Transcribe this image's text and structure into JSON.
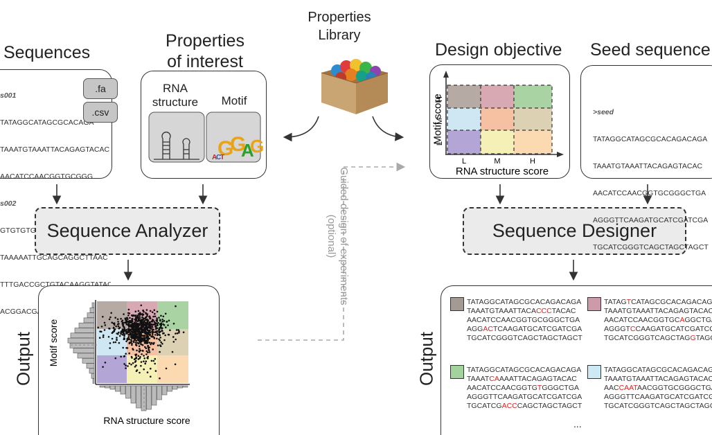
{
  "headings": {
    "sequences": "Sequences",
    "properties_of_interest_line1": "Properties",
    "properties_of_interest_line2": "of interest",
    "library_line1": "Properties",
    "library_line2": "Library",
    "design_objective": "Design objective",
    "seed_sequence": "Seed sequence"
  },
  "sequences_panel": {
    "s001_label": "s001",
    "s001_lines": [
      "TATAGGCATAGCGCACAGA",
      "TAAATGTAAATTACAGAGTACAC",
      "AACATCCAACGGTGCGGG"
    ],
    "s002_label": "s002",
    "s002_lines": [
      "GTGTGTGAATACAGCTTTTCCGCG",
      "TAAAAATTGCAGCAGGCTTAAC",
      "TTTGACCGCTGTACAAGGTATAC",
      "ACGGACGATTTTCACTGTTTTGA"
    ],
    "ellipsis": "...",
    "tag_fa": ".fa",
    "tag_csv": ".csv"
  },
  "properties_panel": {
    "rna_line1": "RNA",
    "rna_line2": "structure",
    "motif": "Motif"
  },
  "analyzer": {
    "label": "Sequence Analyzer"
  },
  "designer": {
    "label": "Sequence Designer"
  },
  "output_left": {
    "title": "Output",
    "ylabel": "Motif score",
    "xlabel": "RNA structure score"
  },
  "guided_label_line1": "Guided design of experiments",
  "guided_label_line2": "(optional)",
  "design_grid": {
    "ylabel": "Motif score",
    "xlabel": "RNA structure score",
    "x_ticks": [
      "L",
      "M",
      "H"
    ],
    "y_ticks": [
      "L",
      "M",
      "H"
    ],
    "colors": {
      "H": [
        "#b5aba4",
        "#d9a9b3",
        "#a9d3a3"
      ],
      "M": [
        "#cfe7f2",
        "#f6c0a2",
        "#dcd1b2"
      ],
      "L": [
        "#b3a6d6",
        "#f5f0b6",
        "#fbd9b1"
      ]
    }
  },
  "seed_panel": {
    "label": ">seed",
    "lines": [
      "TATAGGCATAGCGCACAGACAGA",
      "TAAATGTAAATTACAGAGTACAC",
      "AACATCCAACGGTGCGGGCTGA",
      "AGGGTTCAAGATGCATCGATCGA",
      "TGCATCGGGTCAGCTAGCTAGCT"
    ]
  },
  "output_right": {
    "title": "Output",
    "ellipsis": "...",
    "designs": [
      {
        "color": "#a39a93",
        "lines": [
          [
            "TATAGGCATAGCGCACAGACAGA"
          ],
          [
            "TAAATGTAAATTACA",
            "CCC",
            "TACAC"
          ],
          [
            "AACATCCAACGGTGCGGGCTGA"
          ],
          [
            "AGG",
            "AC",
            "TCAAGATGCATCGATCGA"
          ],
          [
            "TGCATCGGGTCAGCTAGCTAGCT"
          ]
        ]
      },
      {
        "color": "#cc9aa8",
        "lines": [
          [
            "TATAG",
            "T",
            "CATAGCGCACAGACAGA"
          ],
          [
            "TAAATGTAAATTACAGAGTACAC"
          ],
          [
            "AACATCCAACGGTGC",
            "A",
            "GGCTGA"
          ],
          [
            "AGGGT",
            "C",
            "CAAGATGCATCGATCGA"
          ],
          [
            "TGCATCGGGTCAGCTAG",
            "G",
            "TAGCT"
          ]
        ]
      },
      {
        "color": "#a3d39c",
        "lines": [
          [
            "TATAGGCATAGCGCACAGACAGA"
          ],
          [
            "TAAAT",
            "CA",
            "AAATTACAGAGTACAC"
          ],
          [
            "AACATCCAACGGTG",
            "T",
            "GGGCTGA"
          ],
          [
            "AGGGTTCAAGATGCATCGATCGA"
          ],
          [
            "TGCATCG",
            "ACC",
            "CAGCTAGCTAGCT"
          ]
        ]
      },
      {
        "color": "#cdeaf4",
        "lines": [
          [
            "TATAGGCATAGCGCACAGACAGA"
          ],
          [
            "TAAATGTAAATTACAGAGTACAC"
          ],
          [
            "AAC",
            "CAAT",
            "AACGGTGCGGGCTGA"
          ],
          [
            "AGGGTTCAAGATGCATCGATCGA"
          ],
          [
            "TGCATCGGGTCAGCTAGCTAGCT"
          ]
        ]
      }
    ]
  }
}
